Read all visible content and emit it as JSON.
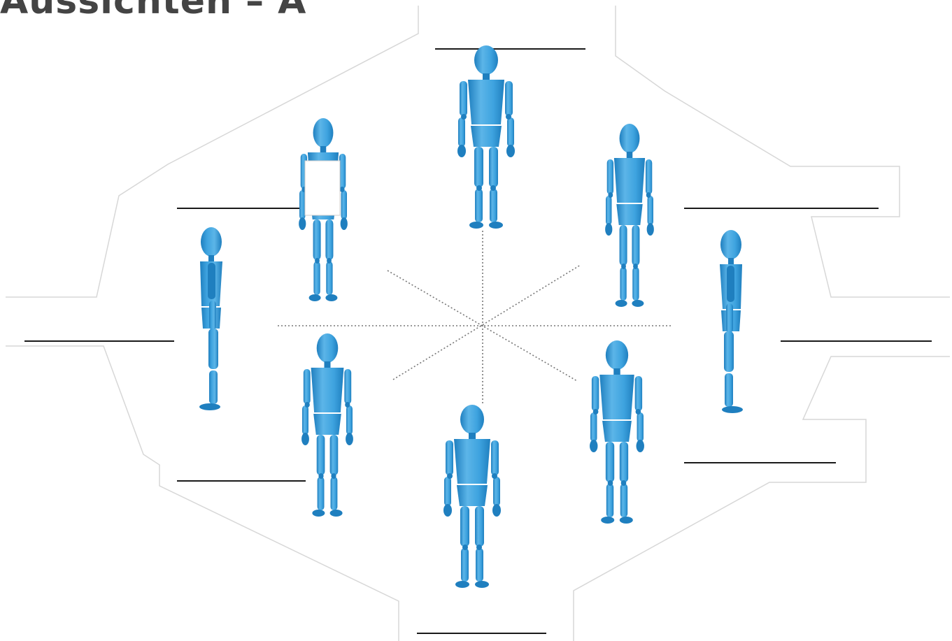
{
  "title": "Aussichten – A",
  "colors": {
    "figure": "#3ea3df",
    "figure_dark": "#1f7fbf",
    "figure_light": "#bfe3f7",
    "outline": "#d7d7d7",
    "dots": "#777777"
  },
  "answer_blanks": [
    {
      "id": "top",
      "value": ""
    },
    {
      "id": "upper-right",
      "value": ""
    },
    {
      "id": "right",
      "value": ""
    },
    {
      "id": "lower-right",
      "value": ""
    },
    {
      "id": "bottom",
      "value": ""
    },
    {
      "id": "lower-left",
      "value": ""
    },
    {
      "id": "left",
      "value": ""
    },
    {
      "id": "upper-left",
      "value": ""
    }
  ],
  "figures": [
    {
      "id": "top",
      "view": "back"
    },
    {
      "id": "upper-right",
      "view": "back-three-quarter"
    },
    {
      "id": "right",
      "view": "side"
    },
    {
      "id": "lower-right",
      "view": "front-three-quarter"
    },
    {
      "id": "bottom",
      "view": "front"
    },
    {
      "id": "lower-left",
      "view": "front-three-quarter"
    },
    {
      "id": "left",
      "view": "side"
    },
    {
      "id": "upper-left",
      "view": "back-three-quarter"
    }
  ]
}
